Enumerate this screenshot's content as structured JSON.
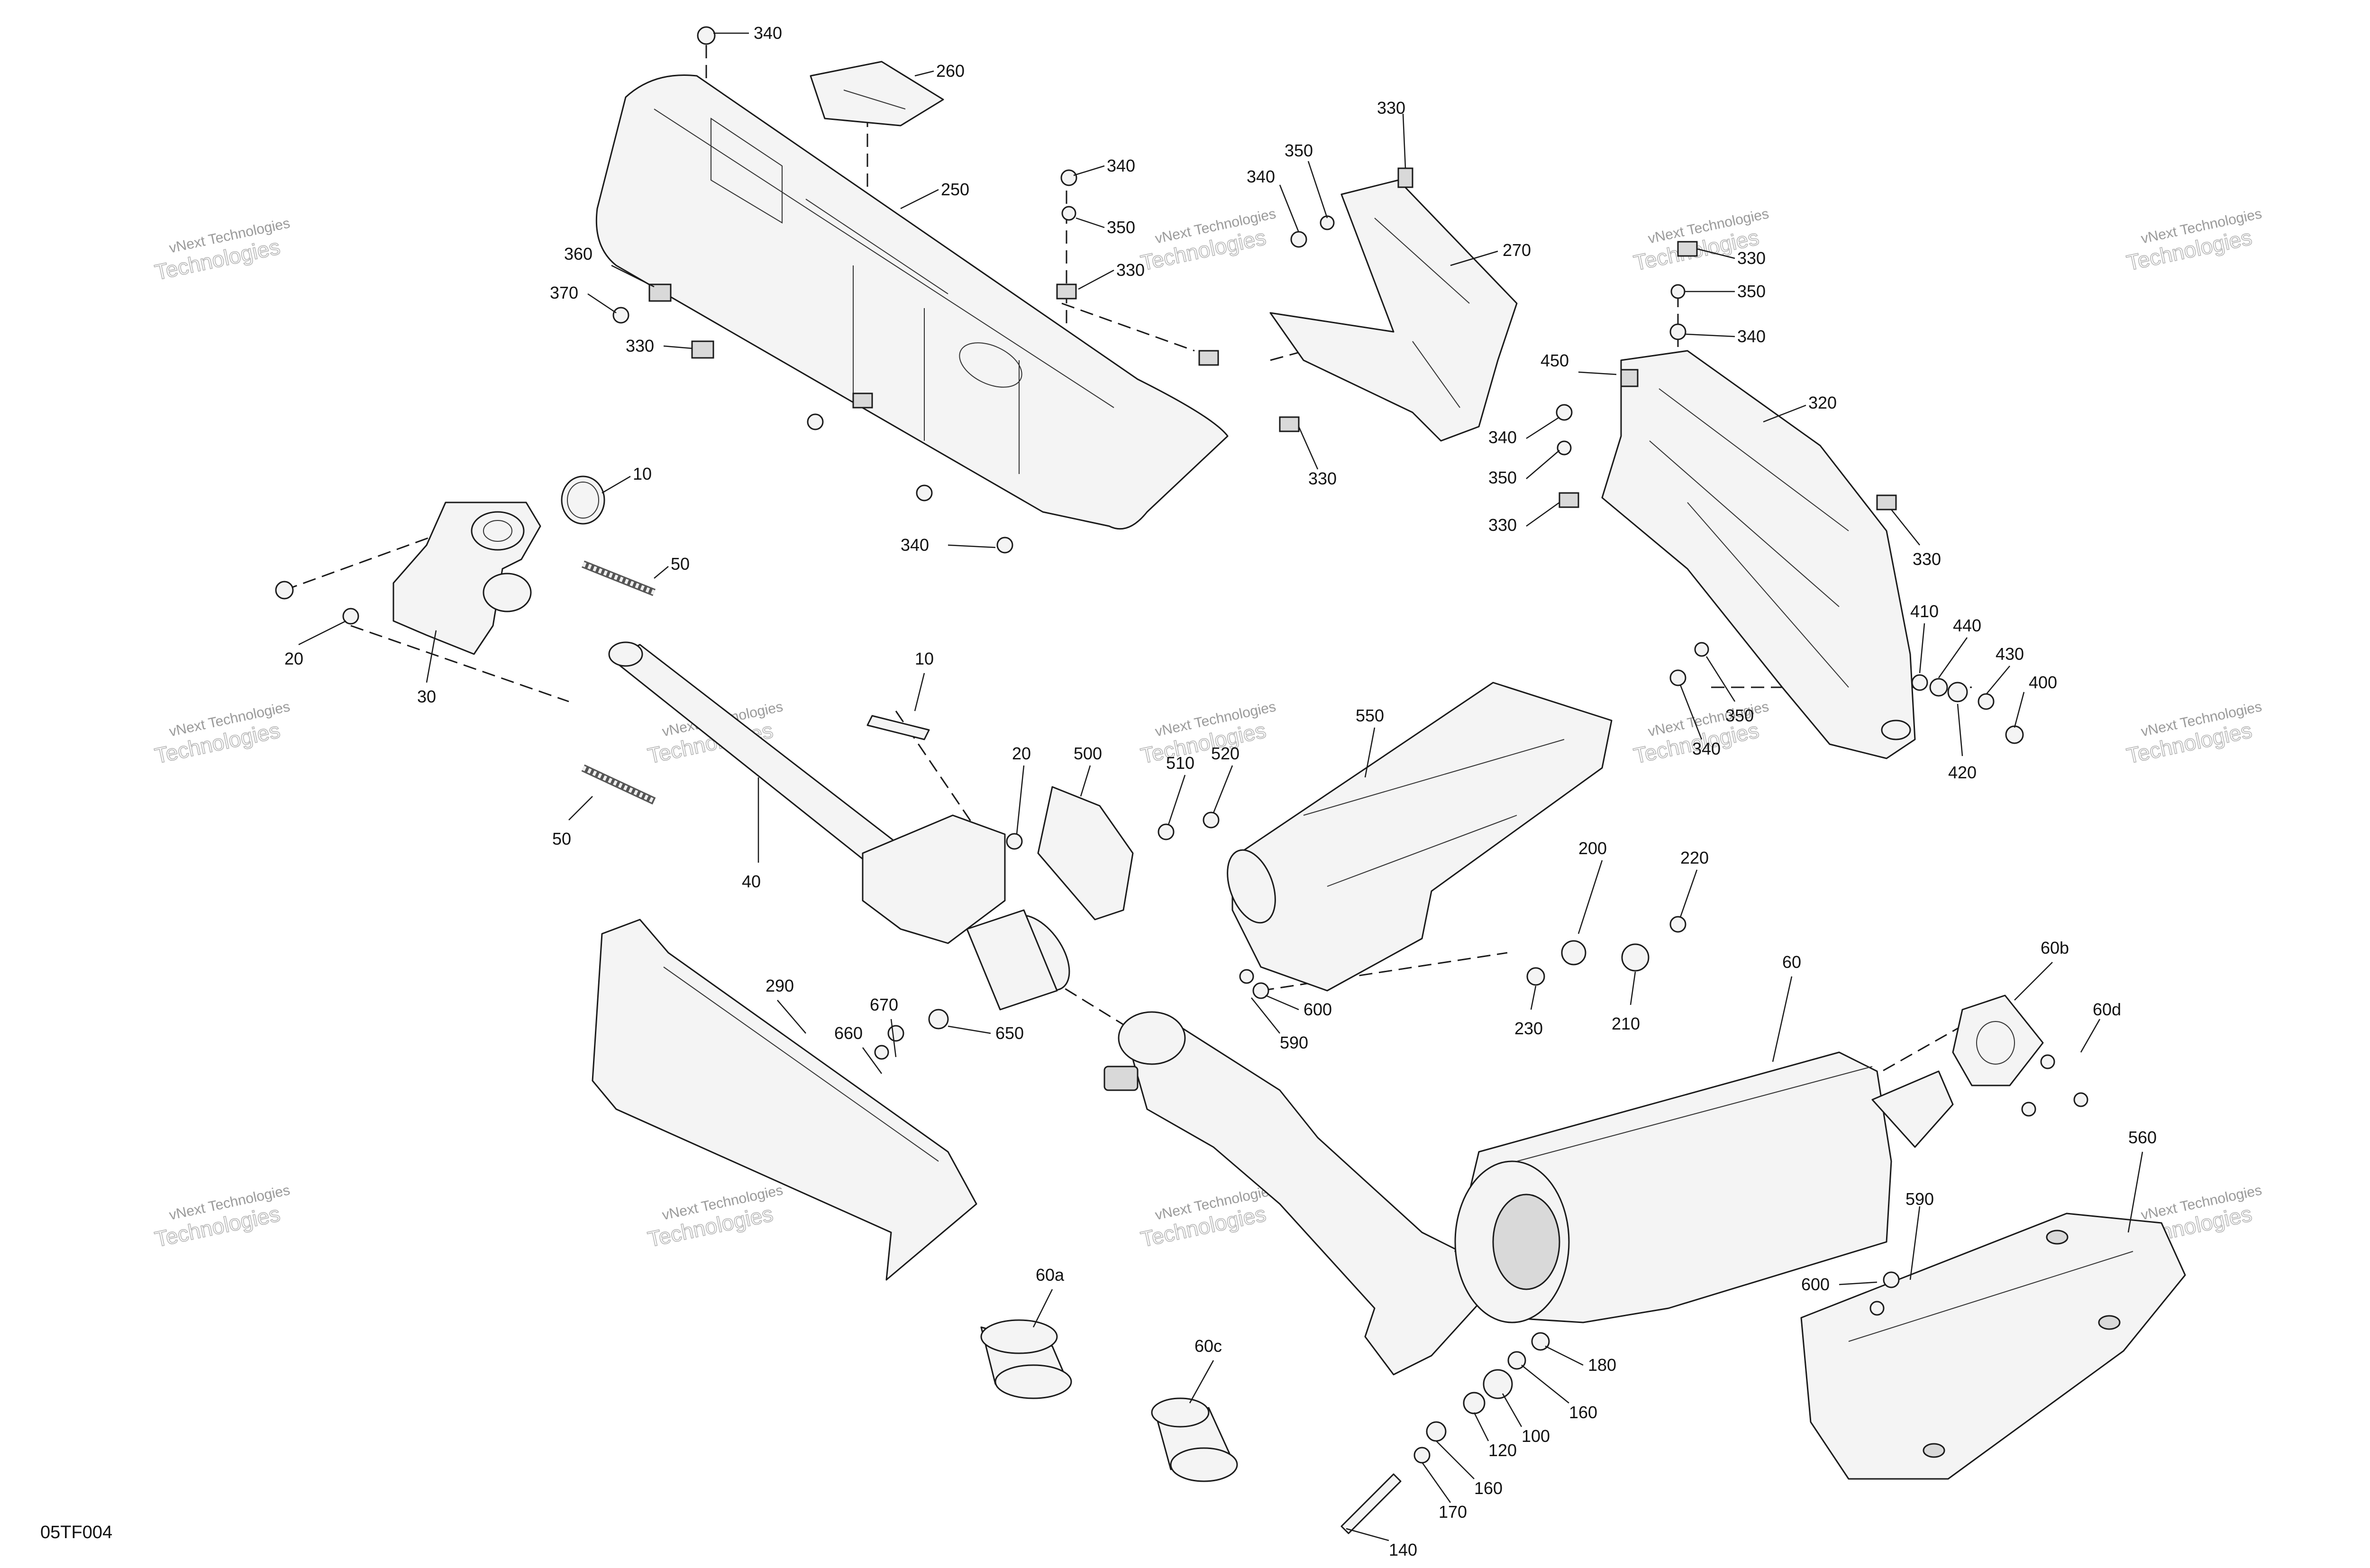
{
  "diagram_code": "05TF004",
  "watermark": {
    "line1": "vNext Technologies",
    "line2": "Technologies"
  },
  "callouts": [
    {
      "label": "340"
    },
    {
      "label": "260"
    },
    {
      "label": "340"
    },
    {
      "label": "250"
    },
    {
      "label": "350"
    },
    {
      "label": "330"
    },
    {
      "label": "360"
    },
    {
      "label": "370"
    },
    {
      "label": "330"
    },
    {
      "label": "330"
    },
    {
      "label": "350"
    },
    {
      "label": "340"
    },
    {
      "label": "270"
    },
    {
      "label": "330"
    },
    {
      "label": "330"
    },
    {
      "label": "350"
    },
    {
      "label": "340"
    },
    {
      "label": "450"
    },
    {
      "label": "320"
    },
    {
      "label": "340"
    },
    {
      "label": "350"
    },
    {
      "label": "330"
    },
    {
      "label": "330"
    },
    {
      "label": "340"
    },
    {
      "label": "10"
    },
    {
      "label": "50"
    },
    {
      "label": "20"
    },
    {
      "label": "30"
    },
    {
      "label": "10"
    },
    {
      "label": "20"
    },
    {
      "label": "500"
    },
    {
      "label": "510"
    },
    {
      "label": "520"
    },
    {
      "label": "550"
    },
    {
      "label": "410"
    },
    {
      "label": "440"
    },
    {
      "label": "430"
    },
    {
      "label": "400"
    },
    {
      "label": "350"
    },
    {
      "label": "340"
    },
    {
      "label": "420"
    },
    {
      "label": "50"
    },
    {
      "label": "40"
    },
    {
      "label": "200"
    },
    {
      "label": "220"
    },
    {
      "label": "60"
    },
    {
      "label": "230"
    },
    {
      "label": "210"
    },
    {
      "label": "60b"
    },
    {
      "label": "60d"
    },
    {
      "label": "290"
    },
    {
      "label": "670"
    },
    {
      "label": "660"
    },
    {
      "label": "650"
    },
    {
      "label": "600"
    },
    {
      "label": "590"
    },
    {
      "label": "560"
    },
    {
      "label": "590"
    },
    {
      "label": "600"
    },
    {
      "label": "60a"
    },
    {
      "label": "60c"
    },
    {
      "label": "180"
    },
    {
      "label": "160"
    },
    {
      "label": "100"
    },
    {
      "label": "120"
    },
    {
      "label": "160"
    },
    {
      "label": "170"
    },
    {
      "label": "140"
    }
  ]
}
